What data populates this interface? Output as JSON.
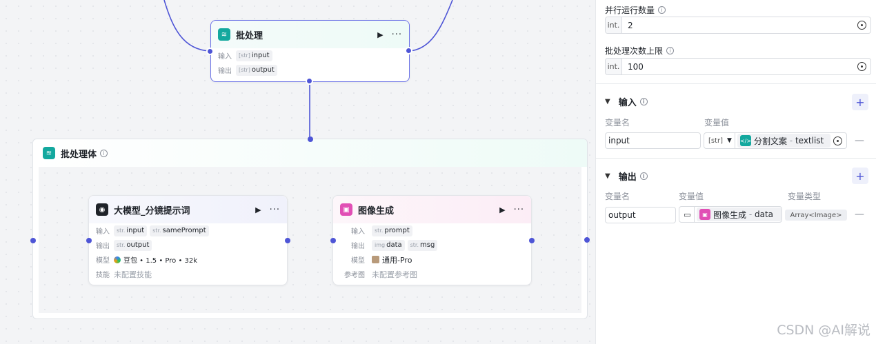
{
  "canvas": {
    "batch_node": {
      "title": "批处理",
      "input_label": "输入",
      "input_type": "[str]",
      "input_name": "input",
      "output_label": "输出",
      "output_type": "[str]",
      "output_name": "output"
    },
    "group": {
      "title": "批处理体"
    },
    "llm_node": {
      "title": "大模型_分镜提示词",
      "input_label": "输入",
      "inputs": [
        {
          "type": "str.",
          "name": "input"
        },
        {
          "type": "str.",
          "name": "samePrompt"
        }
      ],
      "output_label": "输出",
      "outputs": [
        {
          "type": "str.",
          "name": "output"
        }
      ],
      "model_label": "模型",
      "model_value": "豆包 • 1.5 • Pro • 32k",
      "skill_label": "技能",
      "skill_value": "未配置技能"
    },
    "image_node": {
      "title": "图像生成",
      "input_label": "输入",
      "inputs": [
        {
          "type": "str.",
          "name": "prompt"
        }
      ],
      "output_label": "输出",
      "outputs": [
        {
          "type": "img",
          "name": "data"
        },
        {
          "type": "str.",
          "name": "msg"
        }
      ],
      "model_label": "模型",
      "model_value": "通用-Pro",
      "ref_label": "参考图",
      "ref_value": "未配置参考图"
    }
  },
  "panel": {
    "parallel": {
      "label": "并行运行数量",
      "prefix": "int.",
      "value": "2"
    },
    "max_batch": {
      "label": "批处理次数上限",
      "prefix": "int.",
      "value": "100"
    },
    "inputs_section": {
      "title": "输入",
      "col_name": "变量名",
      "col_value": "变量值",
      "rows": [
        {
          "name": "input",
          "type": "[str]",
          "ref_node": "分割文案",
          "ref_sep": " - ",
          "ref_var": "textlist"
        }
      ]
    },
    "outputs_section": {
      "title": "输出",
      "col_name": "变量名",
      "col_value": "变量值",
      "col_type": "变量类型",
      "rows": [
        {
          "name": "output",
          "ref_node": "图像生成",
          "ref_sep": " - ",
          "ref_var": "data",
          "var_type": "Array<Image>"
        }
      ]
    }
  },
  "watermark": "CSDN @AI解说",
  "colors": {
    "accent": "#4e55d6",
    "batch_icon": "#13a89e",
    "image_icon": "#e14fb5",
    "llm_icon": "#1f2329"
  }
}
